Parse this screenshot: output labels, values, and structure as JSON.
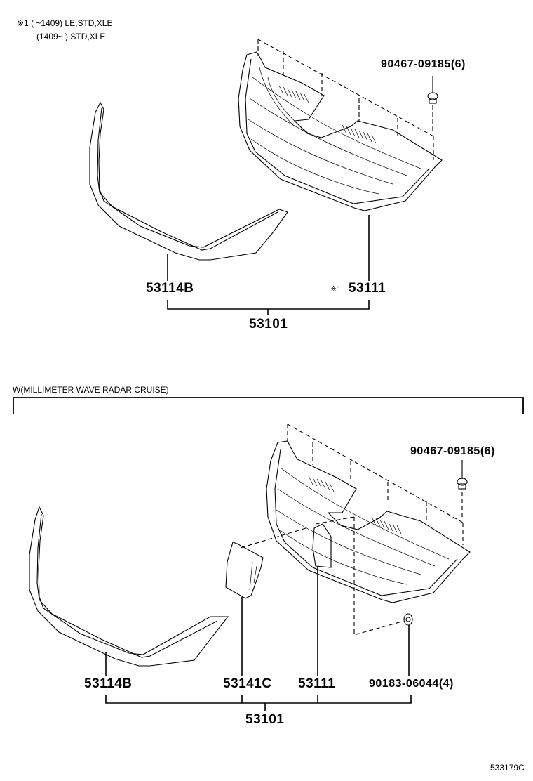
{
  "notes": {
    "line1": "※1 (        ~1409) LE,STD,XLE",
    "line2": "(1409~        ) STD,XLE"
  },
  "section1": {
    "parts": {
      "clip": "90467-09185(6)",
      "molding": "53114B",
      "grille_marker": "※1",
      "grille": "53111",
      "assembly": "53101"
    }
  },
  "section2": {
    "title": "W(MILLIMETER WAVE RADAR CRUISE)",
    "parts": {
      "clip": "90467-09185(6)",
      "molding": "53114B",
      "emblem_cover": "53141C",
      "grille": "53111",
      "nut": "90183-06044(4)",
      "assembly": "53101"
    }
  },
  "illustration_code": "533179C",
  "icons": {
    "clip": "clip-fastener-icon",
    "nut": "nut-fastener-icon",
    "grille": "radiator-grille-drawing",
    "molding": "grille-molding-drawing",
    "emblem_cover": "radar-cover-drawing"
  }
}
